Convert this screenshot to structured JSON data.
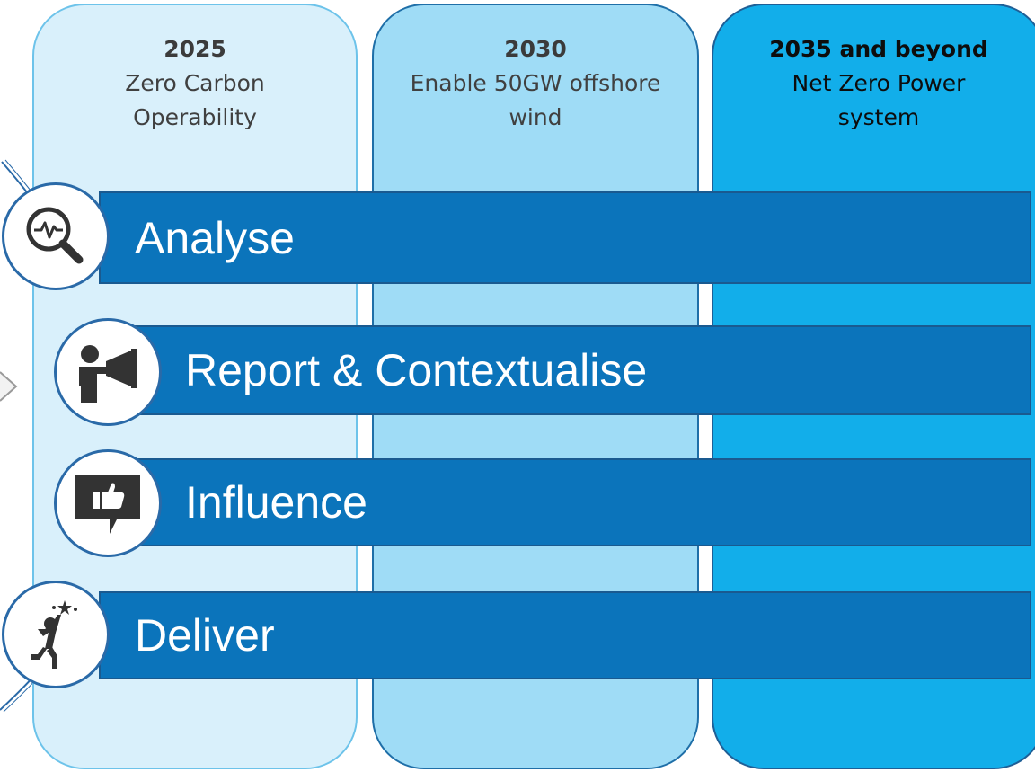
{
  "columns": [
    {
      "year": "2025",
      "desc": "Zero Carbon Operability"
    },
    {
      "year": "2030",
      "desc": "Enable 50GW offshore wind"
    },
    {
      "year": "2035 and beyond",
      "desc": "Net Zero Power system"
    }
  ],
  "bands": [
    {
      "label": "Analyse",
      "icon": "magnifier-heartbeat-icon"
    },
    {
      "label": "Report & Contextualise",
      "icon": "megaphone-person-icon"
    },
    {
      "label": "Influence",
      "icon": "thumbs-up-speech-bubble-icon"
    },
    {
      "label": "Deliver",
      "icon": "reaching-star-person-icon"
    }
  ],
  "colors": {
    "col1": "#d9f0fb",
    "col2": "#9fdcf6",
    "col3": "#12aeea",
    "band": "#0b74bb",
    "icon": "#333333"
  }
}
